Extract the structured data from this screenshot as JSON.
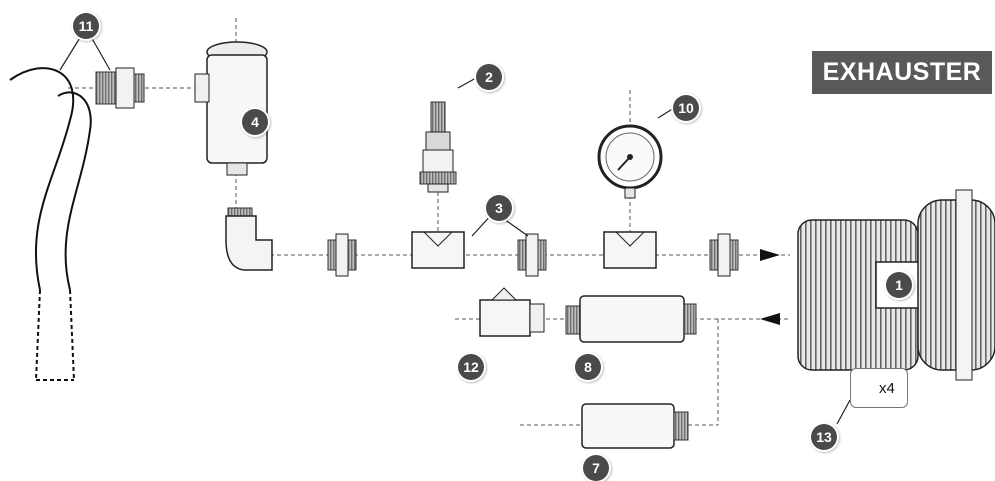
{
  "title": "EXHAUSTER",
  "callouts": {
    "c1": "1",
    "c2": "2",
    "c3": "3",
    "c4": "4",
    "c7": "7",
    "c8": "8",
    "c10": "10",
    "c11": "11",
    "c12": "12",
    "c13": "13"
  },
  "quantity_label": "x4",
  "colors": {
    "callout": "#4a4a4a",
    "title_bg": "#595959",
    "thread": "#8c8c8c"
  }
}
